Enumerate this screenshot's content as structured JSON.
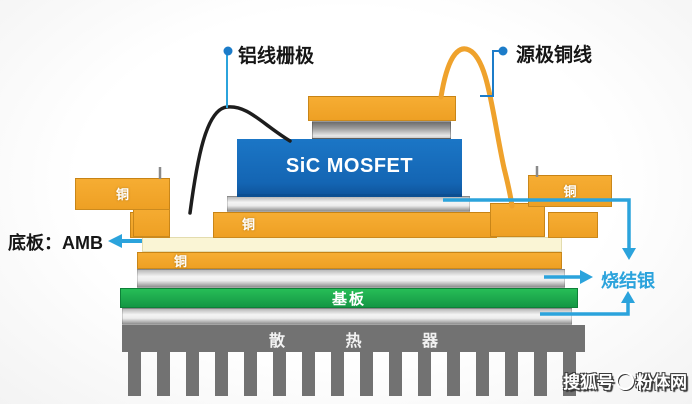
{
  "diagram": {
    "type": "sic-mosfet-power-module-cross-section",
    "labels": {
      "gate_wire": "铝线栅极",
      "source_wire": "源极铜线",
      "baseplate": "底板：AMB",
      "sintered_silver": "烧结银",
      "die": "SiC MOSFET",
      "substrate": "基板",
      "heatsink": "散 热 器",
      "copper": "铜"
    },
    "colors": {
      "copper_orange": "#f2a42c",
      "die_blue": "#1768ba",
      "substrate_green": "#1cb14e",
      "ceramic_cream": "#faf5d5",
      "heatsink_gray": "#727272",
      "silver": "#d9d9d9",
      "callout_blue": "#2ba3dc",
      "gate_wire_black": "#1d1d1d",
      "source_wire_orange": "#efa22c"
    },
    "watermark": {
      "platform": "搜狐号",
      "logo_icon": "sohu-circle-logo",
      "account": "粉体网"
    }
  }
}
